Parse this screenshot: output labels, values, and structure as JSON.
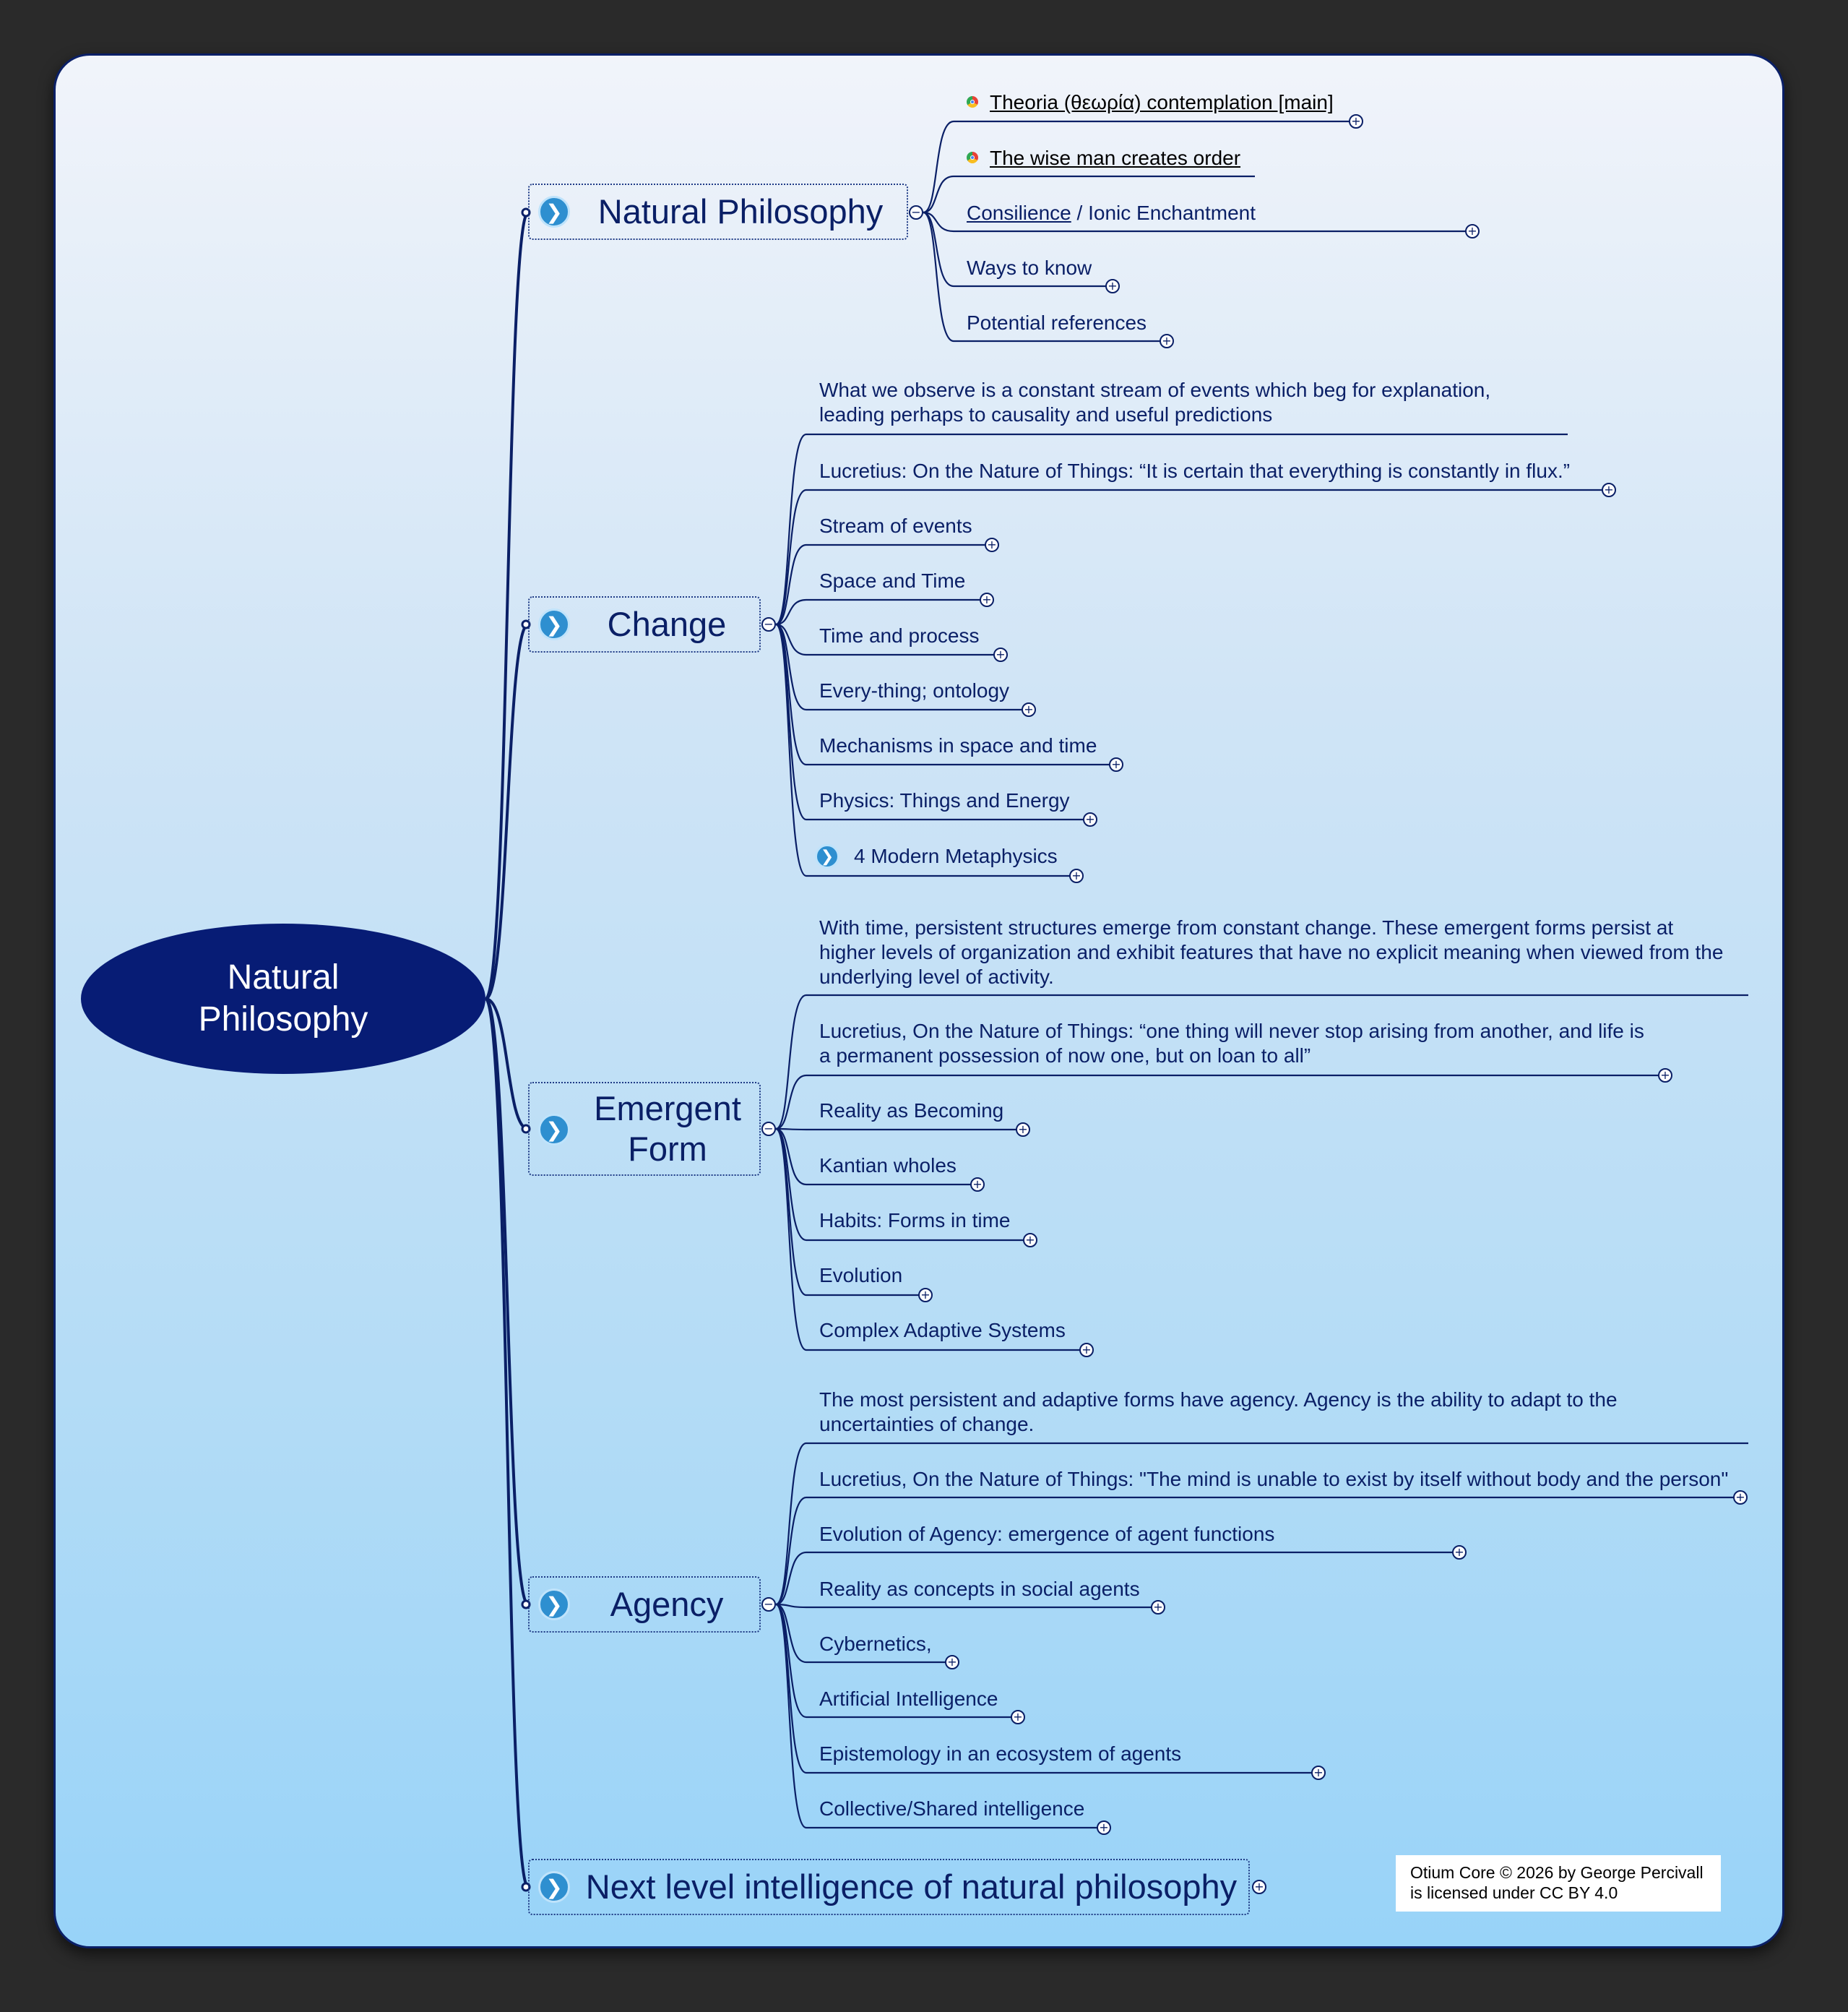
{
  "central": {
    "label": "Natural Philosophy"
  },
  "credit": {
    "text": "Otium Core © 2026 by George Percivall is licensed under CC BY 4.0"
  },
  "colors": {
    "line": "#0a1f66",
    "central_fill": "#071c75",
    "nav_icon": "#2e8fd0"
  },
  "branches": [
    {
      "id": "natural-philosophy",
      "label": "Natural Philosophy",
      "children": [
        {
          "text": "Theoria (θεωρία) contemplation [main]",
          "link": true,
          "icon": "chrome-icon",
          "expandable": true
        },
        {
          "text": "The wise man creates order",
          "link": true,
          "icon": "chrome-icon",
          "expandable": false
        },
        {
          "link_text": "Consilience",
          "text": " / Ionic Enchantment",
          "expandable": true
        },
        {
          "text": "Ways to know",
          "expandable": true
        },
        {
          "text": "Potential references",
          "expandable": true
        }
      ]
    },
    {
      "id": "change",
      "label": "Change",
      "children": [
        {
          "text": "What we observe is a constant stream of events which beg for explanation,\nleading perhaps to causality and useful predictions",
          "expandable": false
        },
        {
          "text": "Lucretius: On the Nature of Things: “It is certain that everything is constantly in flux.”",
          "expandable": true
        },
        {
          "text": "Stream of events",
          "expandable": true
        },
        {
          "text": "Space and Time",
          "expandable": true
        },
        {
          "text": "Time and process",
          "expandable": true
        },
        {
          "text": "Every-thing; ontology",
          "expandable": true
        },
        {
          "text": "Mechanisms in space and time",
          "expandable": true
        },
        {
          "text": "Physics: Things and Energy",
          "expandable": true
        },
        {
          "text": "4 Modern Metaphysics",
          "icon": "nav-icon",
          "expandable": true
        }
      ]
    },
    {
      "id": "emergent-form",
      "label": "Emergent Form",
      "children": [
        {
          "text": "With time, persistent structures emerge from constant change.  These emergent forms persist at\nhigher levels of organization and exhibit features that have no explicit meaning when viewed from the\nunderlying level of activity.",
          "expandable": false
        },
        {
          "text": "Lucretius, On the Nature of Things: “one thing will never stop arising from another, and life is\na permanent possession of now one, but on loan to all”",
          "expandable": true
        },
        {
          "text": "Reality as Becoming",
          "expandable": true
        },
        {
          "text": "Kantian wholes",
          "expandable": true
        },
        {
          "text": "Habits: Forms in time",
          "expandable": true
        },
        {
          "text": "Evolution",
          "expandable": true
        },
        {
          "text": "Complex Adaptive Systems",
          "expandable": true
        }
      ]
    },
    {
      "id": "agency",
      "label": "Agency",
      "children": [
        {
          "text": "The most persistent and adaptive forms have agency.  Agency is the ability to adapt to the\nuncertainties of change.",
          "expandable": false
        },
        {
          "text": "Lucretius, On the Nature of Things: \"The mind is unable to exist by itself without body and the person\"",
          "expandable": true
        },
        {
          "text": "Evolution of Agency: emergence of agent functions",
          "expandable": true
        },
        {
          "text": "Reality as concepts in social agents",
          "expandable": true
        },
        {
          "text": "Cybernetics,",
          "expandable": true
        },
        {
          "text": "Artificial Intelligence",
          "expandable": true
        },
        {
          "text": "Epistemology in an ecosystem of agents",
          "expandable": true
        },
        {
          "text": "Collective/Shared intelligence",
          "expandable": true
        }
      ]
    },
    {
      "id": "next-level",
      "label": "Next level intelligence of natural philosophy",
      "children": [],
      "expandable": true
    }
  ]
}
